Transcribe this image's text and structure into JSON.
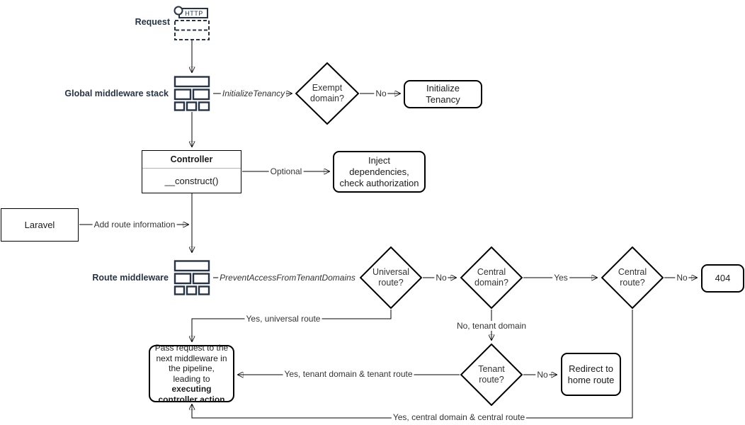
{
  "colors": {
    "icon_stroke": "#263445",
    "side_label_text": "#263445",
    "shape_stroke": "#000000",
    "edge_label_text": "#333333",
    "node_text": "#1a1a1a",
    "divider": "#b3b3b3"
  },
  "side_labels": {
    "request": "Request",
    "global_middleware": "Global middleware stack",
    "route_middleware": "Route middleware"
  },
  "icons": {
    "http_badge": "HTTP"
  },
  "nodes": {
    "exempt_domain": "Exempt domain?",
    "initialize_tenancy": "Initialize Tenancy",
    "controller_title": "Controller",
    "controller_member": "__construct()",
    "inject_dependencies": "Inject dependencies, check authorization",
    "laravel": "Laravel",
    "universal_route": "Universal route?",
    "central_domain": "Central domain?",
    "central_route": "Central route?",
    "error_404": "404",
    "tenant_route": "Tenant route?",
    "redirect_home": "Redirect to home route",
    "pass_request_prefix": "Pass request to the next middleware in the pipeline, leading to ",
    "pass_request_emphasis": "executing controller action"
  },
  "edge_labels": {
    "initialize_tenancy_middleware": "InitializeTenancy",
    "exempt_no": "No",
    "optional": "Optional",
    "add_route_information": "Add route information",
    "prevent_access_middleware": "PreventAccessFromTenantDomains",
    "universal_no": "No",
    "central_domain_yes": "Yes",
    "central_route_no": "No",
    "yes_universal_route": "Yes, universal route",
    "no_tenant_domain": "No, tenant domain",
    "tenant_route_no": "No",
    "yes_tenant_domain_route": "Yes, tenant domain & tenant route",
    "yes_central_domain_route": "Yes, central domain & central route"
  }
}
